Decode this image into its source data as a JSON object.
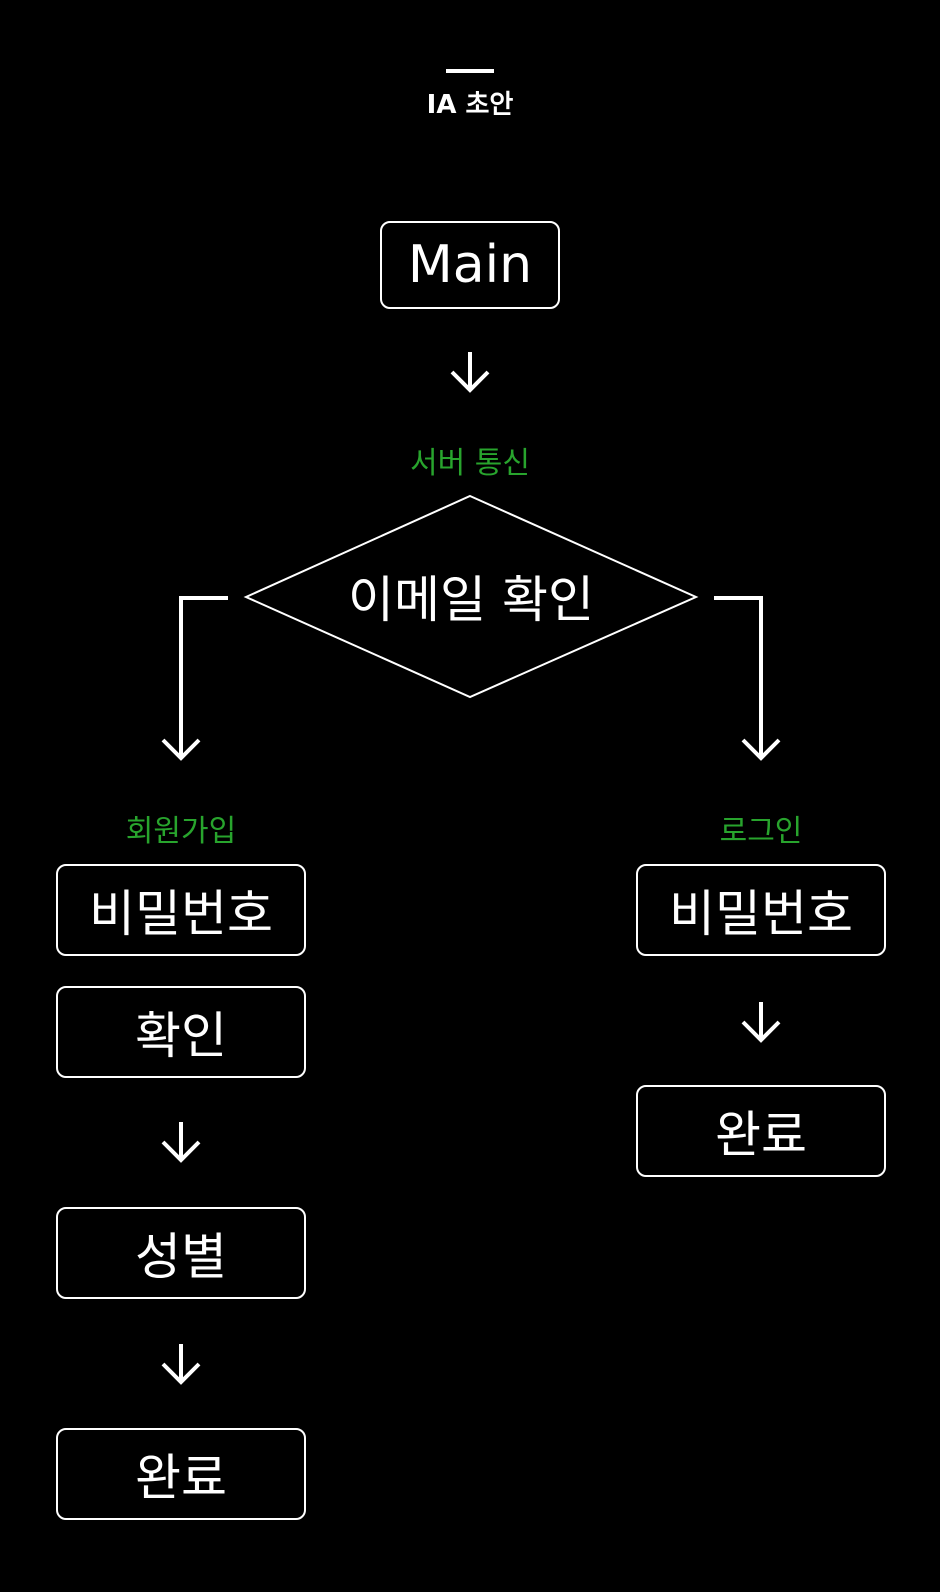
{
  "header": {
    "title": "IA 초안"
  },
  "flow": {
    "main": "Main",
    "server_label": "서버 통신",
    "decision": "이메일 확인",
    "signup": {
      "label": "회원가입",
      "steps": [
        "비밀번호",
        "확인",
        "성별",
        "완료"
      ]
    },
    "login": {
      "label": "로그인",
      "steps": [
        "비밀번호",
        "완료"
      ]
    }
  },
  "colors": {
    "background": "#000000",
    "stroke": "#ffffff",
    "accent_label": "#28a42d"
  },
  "icons": {
    "arrow": "arrow-down-icon"
  }
}
